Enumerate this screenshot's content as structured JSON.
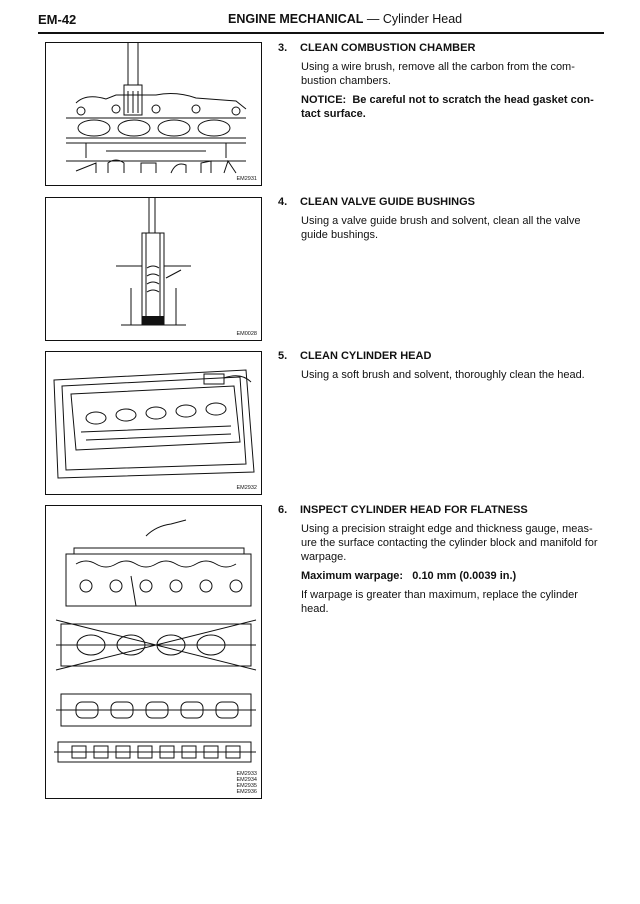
{
  "header": {
    "page_number": "EM-42",
    "section": "ENGINE MECHANICAL",
    "separator": "—",
    "subsection": "Cylinder Head"
  },
  "figures": [
    {
      "code_lines": [
        "EM2931"
      ]
    },
    {
      "code_lines": [
        "EM0028"
      ]
    },
    {
      "code_lines": [
        "EM2932"
      ]
    },
    {
      "code_lines": [
        "EM2933",
        "EM2934",
        "EM2935",
        "EM2936"
      ]
    }
  ],
  "steps": [
    {
      "number": "3.",
      "title": "CLEAN COMBUSTION CHAMBER",
      "text": "Using a wire brush, remove all the carbon from the com- bustion chambers.",
      "notice_label": "NOTICE:",
      "notice_text": "Be careful not to scratch the head gasket con- tact surface."
    },
    {
      "number": "4.",
      "title": "CLEAN VALVE GUIDE BUSHINGS",
      "text": "Using a valve guide brush and solvent, clean all the valve guide bushings."
    },
    {
      "number": "5.",
      "title": "CLEAN CYLINDER HEAD",
      "text": "Using a soft brush and solvent, thoroughly clean the head."
    },
    {
      "number": "6.",
      "title": "INSPECT CYLINDER HEAD FOR FLATNESS",
      "text": "Using a precision straight edge and thickness gauge, meas- ure the surface contacting the cylinder block and manifold for warpage.",
      "spec_label": "Maximum warpage:",
      "spec_value": "0.10 mm (0.0039 in.)",
      "text2": "If warpage is greater than maximum, replace the cylinder head."
    }
  ]
}
